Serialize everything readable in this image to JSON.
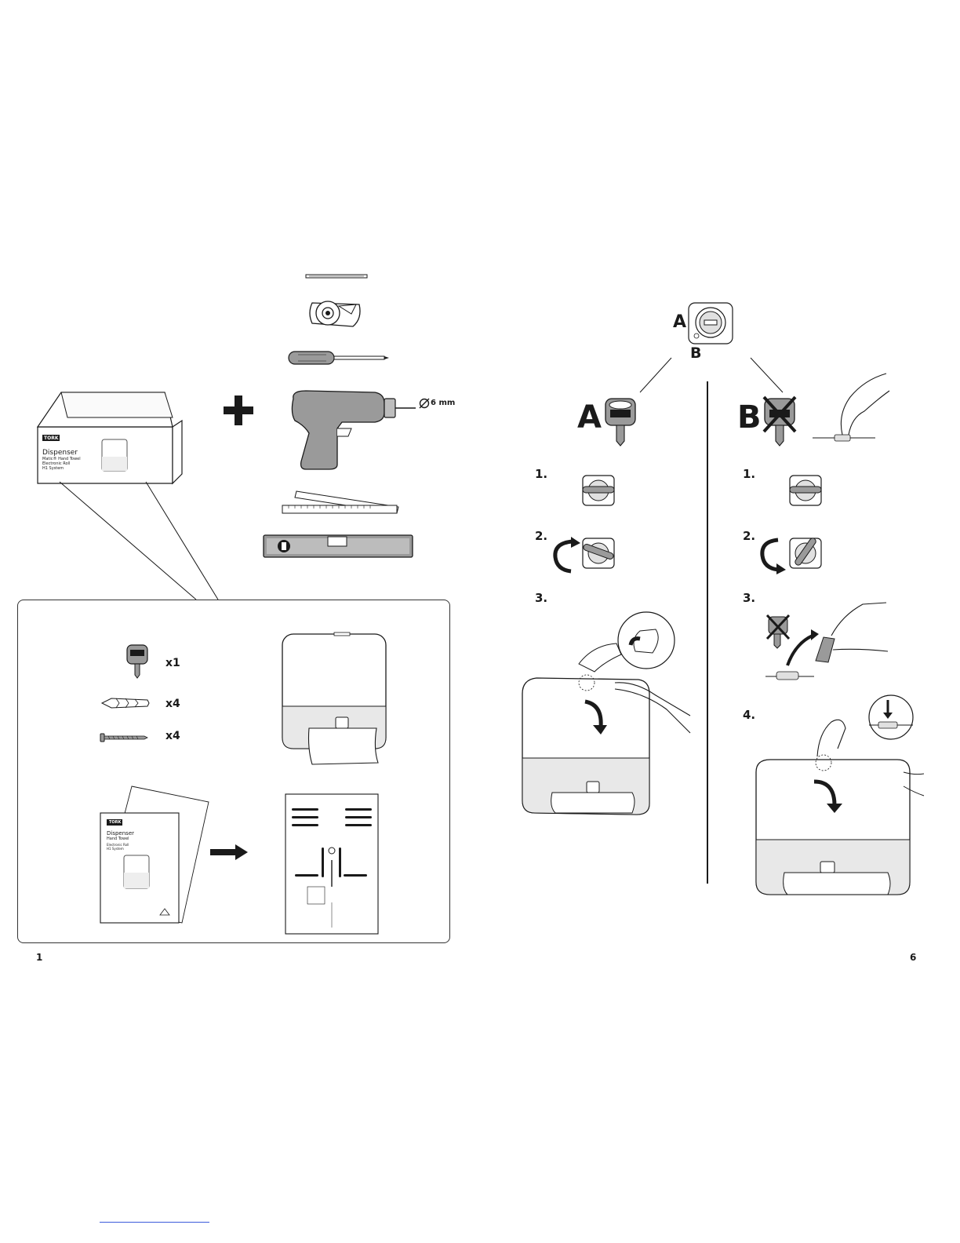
{
  "left_page": {
    "page_number": "1",
    "box": {
      "brand": "TORK",
      "title": "Dispenser",
      "lines": [
        "Matic® Hand Towel",
        "Electronic Roll",
        "H1 System"
      ]
    },
    "drill_bit_size": "6 mm",
    "contents": {
      "key_qty": "x1",
      "plug_qty": "x4",
      "screw_qty": "x4"
    },
    "manual": {
      "brand": "TORK",
      "title": "Dispenser",
      "line1": "Hand Towel",
      "lines": [
        "Electronic Roll",
        "H1 System"
      ]
    }
  },
  "right_page": {
    "page_number": "6",
    "lock_labels": {
      "a": "A",
      "b": "B"
    },
    "branch_a": {
      "label": "A",
      "steps": [
        "1.",
        "2.",
        "3."
      ]
    },
    "branch_b": {
      "label": "B",
      "steps": [
        "1.",
        "2.",
        "3.",
        "4."
      ]
    }
  },
  "colors": {
    "ink": "#1a1a1a",
    "tool_grey": "#9a9a9a",
    "light_grey": "#e8e8e8"
  }
}
